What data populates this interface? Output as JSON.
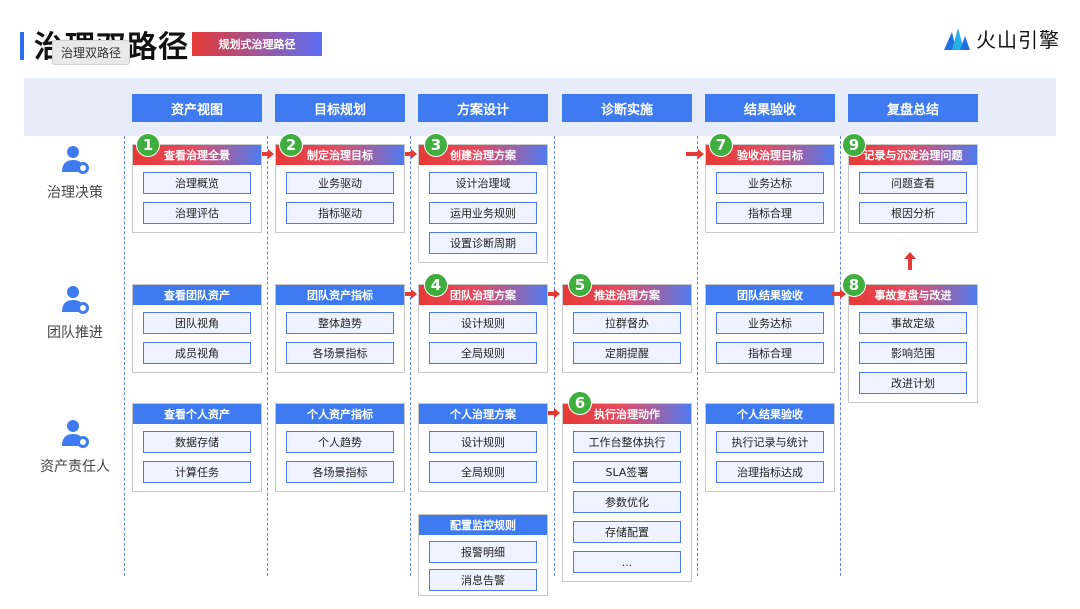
{
  "title": "治理双路径",
  "title_tooltip": "治理双路径",
  "subtitle": "规划式治理路径",
  "brand": {
    "name": "火山引擎",
    "icon": "volcano-engine-logo-icon"
  },
  "colors": {
    "stage_blue": "#3e7bf0",
    "accent_red": "#e53935",
    "step_green": "#3fae3f",
    "item_border": "#4f7be8"
  },
  "stages": [
    "资产视图",
    "目标规划",
    "方案设计",
    "诊断实施",
    "结果验收",
    "复盘总结"
  ],
  "roles": [
    {
      "label": "治理决策",
      "icon": "user-gear-icon"
    },
    {
      "label": "团队推进",
      "icon": "user-gear-icon"
    },
    {
      "label": "资产责任人",
      "icon": "user-gear-icon"
    }
  ],
  "cards": {
    "c_asset_decision": {
      "step": "1",
      "title": "查看治理全景",
      "items": [
        "治理概览",
        "治理评估"
      ]
    },
    "c_asset_team": {
      "title": "查看团队资产",
      "items": [
        "团队视角",
        "成员视角"
      ]
    },
    "c_asset_owner": {
      "title": "查看个人资产",
      "items": [
        "数据存储",
        "计算任务"
      ]
    },
    "c_goal_decision": {
      "step": "2",
      "title": "制定治理目标",
      "items": [
        "业务驱动",
        "指标驱动"
      ]
    },
    "c_goal_team": {
      "title": "团队资产指标",
      "items": [
        "整体趋势",
        "各场景指标"
      ]
    },
    "c_goal_owner": {
      "title": "个人资产指标",
      "items": [
        "个人趋势",
        "各场景指标"
      ]
    },
    "c_plan_decision": {
      "step": "3",
      "title": "创建治理方案",
      "items": [
        "设计治理域",
        "运用业务规则",
        "设置诊断周期"
      ]
    },
    "c_plan_team": {
      "step": "4",
      "title": "团队治理方案",
      "items": [
        "设计规则",
        "全局规则"
      ]
    },
    "c_plan_owner": {
      "title": "个人治理方案",
      "items": [
        "设计规则",
        "全局规则"
      ]
    },
    "c_plan_monitor": {
      "title": "配置监控规则",
      "items": [
        "报警明细",
        "消息告警"
      ]
    },
    "c_diag_team": {
      "step": "5",
      "title": "推进治理方案",
      "items": [
        "拉群督办",
        "定期提醒"
      ]
    },
    "c_diag_owner": {
      "step": "6",
      "title": "执行治理动作",
      "items": [
        "工作台整体执行",
        "SLA签署",
        "参数优化",
        "存储配置",
        "..."
      ]
    },
    "c_result_decision": {
      "step": "7",
      "title": "验收治理目标",
      "items": [
        "业务达标",
        "指标合理"
      ]
    },
    "c_result_team": {
      "title": "团队结果验收",
      "items": [
        "业务达标",
        "指标合理"
      ]
    },
    "c_result_owner": {
      "title": "个人结果验收",
      "items": [
        "执行记录与统计",
        "治理指标达成"
      ]
    },
    "c_review_decision": {
      "step": "9",
      "title": "记录与沉淀治理问题",
      "items": [
        "问题查看",
        "根因分析"
      ]
    },
    "c_review_team": {
      "step": "8",
      "title": "事故复盘与改进",
      "items": [
        "事故定级",
        "影响范围",
        "改进计划"
      ]
    }
  }
}
